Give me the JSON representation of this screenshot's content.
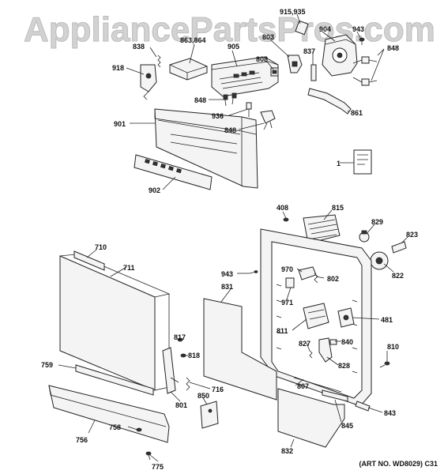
{
  "watermark": "AppliancePartsPros.com",
  "art_number": "(ART NO. WD8029) C31",
  "labels": {
    "l838": "838",
    "l863": "863,864",
    "l905": "905",
    "l803": "803",
    "l915": "915,935",
    "l904": "904",
    "l943a": "943",
    "l918": "918",
    "l808": "808",
    "l837": "837",
    "l848a": "848",
    "l848b": "848",
    "l936": "936",
    "l848c": "848",
    "l861": "861",
    "l901": "901",
    "l1": "1",
    "l902": "902",
    "l408": "408",
    "l815": "815",
    "l829": "829",
    "l823": "823",
    "l710": "710",
    "l711": "711",
    "l943b": "943",
    "l970": "970",
    "l802": "802",
    "l822": "822",
    "l831": "831",
    "l971": "971",
    "l481": "481",
    "l811": "811",
    "l840": "840",
    "l817": "817",
    "l818": "818",
    "l827": "827",
    "l810": "810",
    "l828": "828",
    "l759": "759",
    "l807": "807",
    "l716": "716",
    "l850": "850",
    "l801": "801",
    "l843": "843",
    "l845": "845",
    "l758": "758",
    "l756": "756",
    "l832": "832",
    "l775": "775"
  }
}
